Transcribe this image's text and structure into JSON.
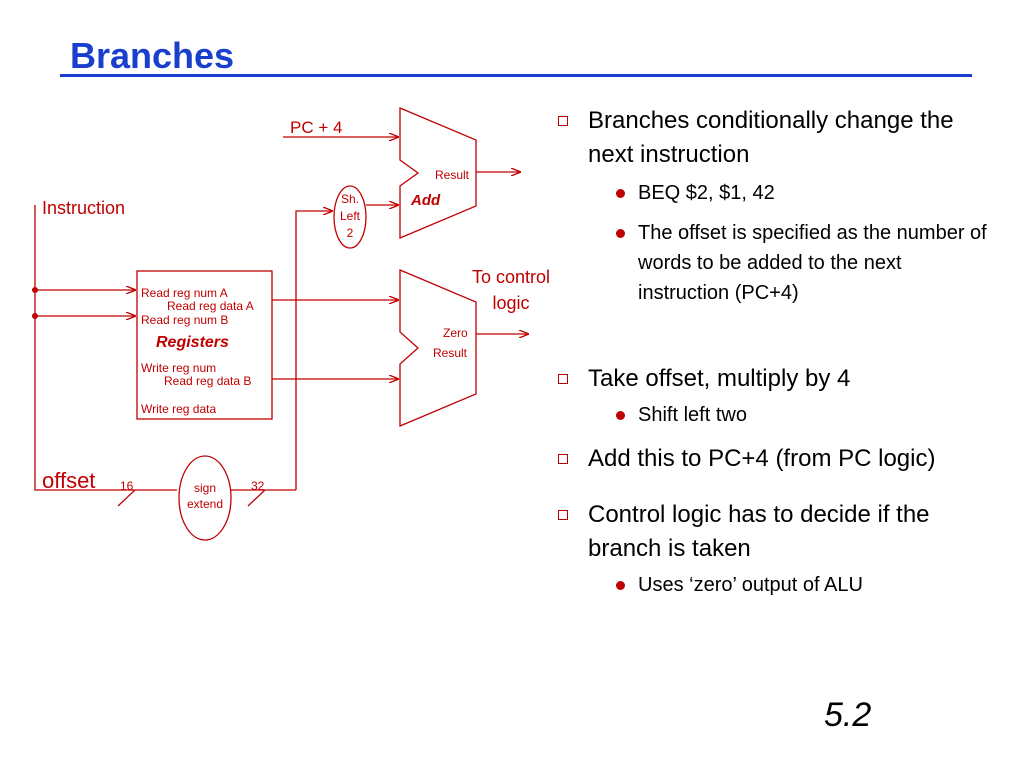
{
  "slide": {
    "title": "Branches",
    "number": "5.2"
  },
  "colors": {
    "title": "#1a3fcf",
    "diagram": "#c00000",
    "bullet_marker": "#c00000"
  },
  "diagram": {
    "adder": {
      "input_label": "PC + 4",
      "name": "Add",
      "output_label": "Result"
    },
    "shift": {
      "line1": "Sh.",
      "line2": "Left",
      "line3": "2"
    },
    "instruction_label": "Instruction",
    "registers": {
      "name": "Registers",
      "read_reg_num_a": "Read reg num A",
      "read_reg_data_a": "Read reg data A",
      "read_reg_num_b": "Read reg num B",
      "write_reg_num": "Write reg num",
      "read_reg_data_b": "Read reg data B",
      "write_reg_data": "Write reg data"
    },
    "alu": {
      "to_control_line1": "To control",
      "to_control_line2": "logic",
      "zero_label": "Zero",
      "result_label": "Result"
    },
    "offset": {
      "label": "offset",
      "in_width": "16",
      "out_width": "32"
    },
    "sign_extend": {
      "line1": "sign",
      "line2": "extend"
    }
  },
  "bullets": [
    {
      "text": "Branches conditionally change the next instruction",
      "sub": [
        "BEQ     $2, $1,  42",
        "The offset is specified as the number of words to be added to the next instruction (PC+4)"
      ]
    },
    {
      "text": "Take offset, multiply by 4",
      "sub": [
        "Shift left two"
      ]
    },
    {
      "text": "Add this to PC+4 (from PC logic)",
      "sub": []
    },
    {
      "text": "Control logic has to decide if the branch is taken",
      "sub": [
        "Uses ‘zero’ output of ALU"
      ]
    }
  ]
}
